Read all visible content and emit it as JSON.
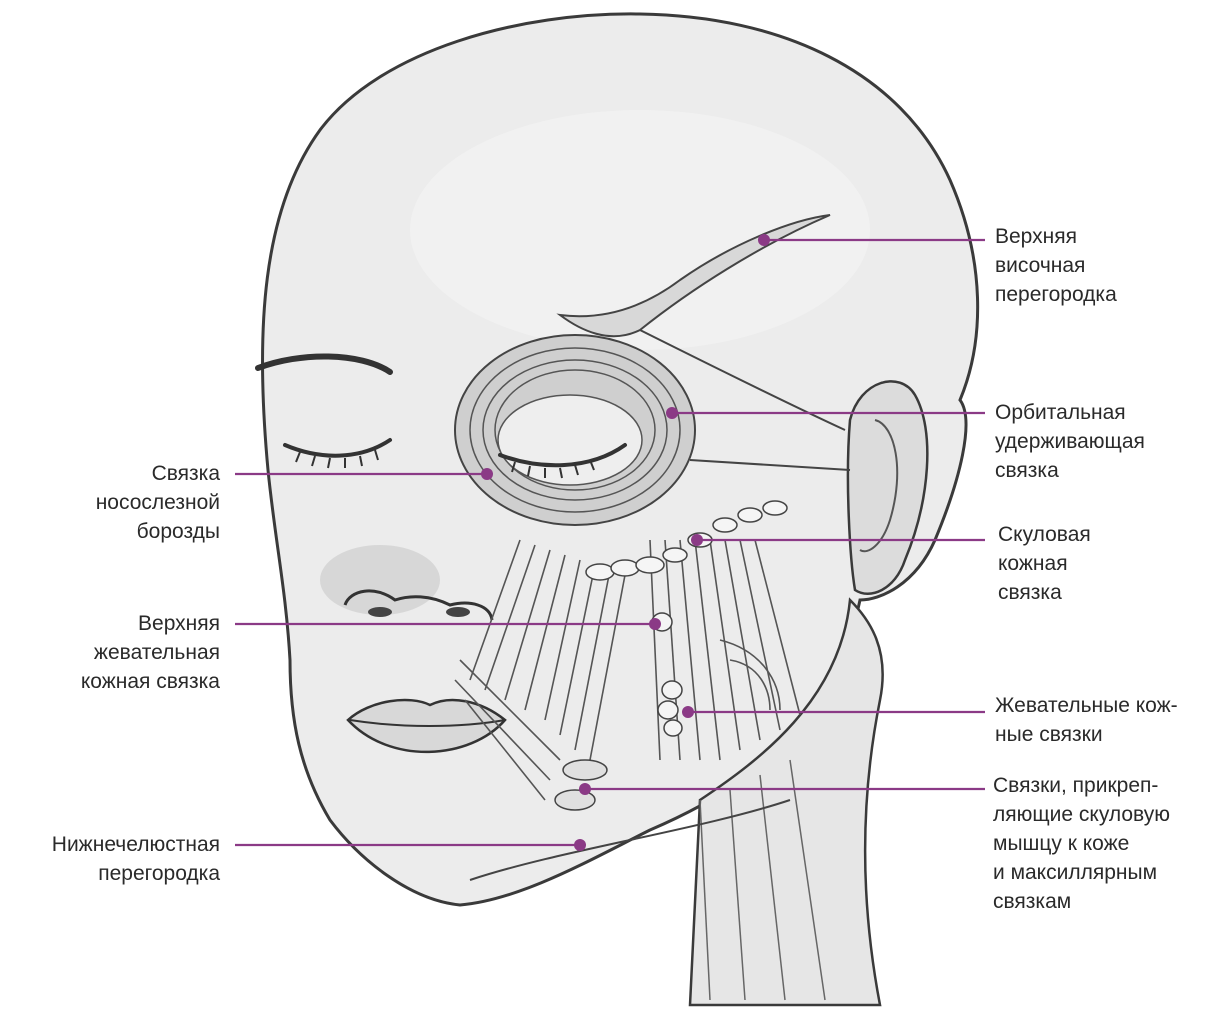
{
  "colors": {
    "accent": "#8b3a86",
    "skin": "#e9e9e9",
    "shade": "#c9c9c9",
    "outline": "#3a3a3a",
    "ink": "#2a2a2a"
  },
  "labels": {
    "sup_temporal": {
      "lines": [
        "Верхняя",
        "височная",
        "перегородка"
      ]
    },
    "orbital": {
      "lines": [
        "Орбитальная",
        "удерживающая",
        "связка"
      ]
    },
    "tear_trough": {
      "lines": [
        "Связка",
        "носослезной",
        "борозды"
      ]
    },
    "zygomatic": {
      "lines": [
        "Скуловая",
        "кожная",
        "связка"
      ]
    },
    "sup_masseteric": {
      "lines": [
        "Верхняя",
        "жевательная",
        "кожная связка"
      ]
    },
    "masseteric": {
      "lines": [
        "Жевательные кож-",
        "ные связки"
      ]
    },
    "zyg_muscle": {
      "lines": [
        "Связки, прикреп-",
        "ляющие скуловую",
        "мышцу к коже",
        "и максиллярным",
        "связкам"
      ]
    },
    "mandibular": {
      "lines": [
        "Нижнечелюстная",
        "перегородка"
      ]
    }
  }
}
